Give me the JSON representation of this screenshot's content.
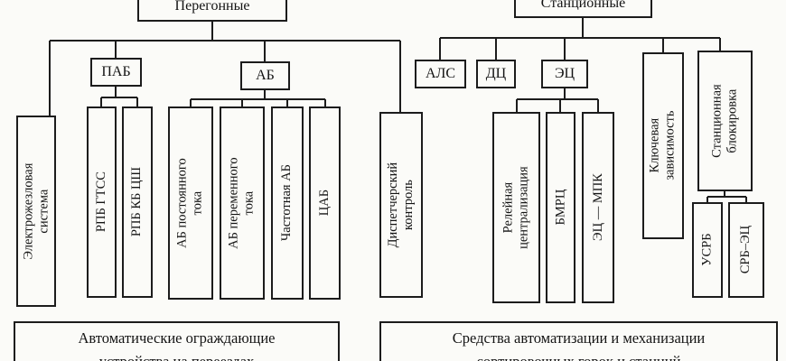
{
  "nodes": {
    "peregonnye": "Перегонные",
    "stancionnye": "Станционные",
    "pab": "ПАБ",
    "ab": "АБ",
    "als": "АЛС",
    "dts": "ДЦ",
    "ets": "ЭЦ",
    "electrozhezlovaya": "Электрожезловая\nсистема",
    "rpb_gtss": "РПБ ГТСС",
    "rpb_kb_tssh": "РПБ КБ ЦШ",
    "ab_postoyannogo": "АБ постоянного\nтока",
    "ab_peremennogo": "АБ переменного\nтока",
    "chastotnaya_ab": "Частотная АБ",
    "tsab": "ЦАБ",
    "dispetcherskiy_kontrol": "Диспетчерский\nконтроль",
    "releynaya_centralizaciya": "Релейная\nцентрализация",
    "bmrts": "БМРЦ",
    "ets_mpk": "ЭЦ — МПК",
    "klyuchevaya_zavisimost": "Ключевая\nзависимость",
    "stancionnaya_blokirovka": "Станционная\nблокировка",
    "usrb": "УСРБ",
    "srb_ets": "СРБ–ЭЦ",
    "bottom_left": "Автоматические ограждающие\nустройства на переездах",
    "bottom_right": "Средства автоматизации и механизации\nсортировочных горок и станций"
  }
}
